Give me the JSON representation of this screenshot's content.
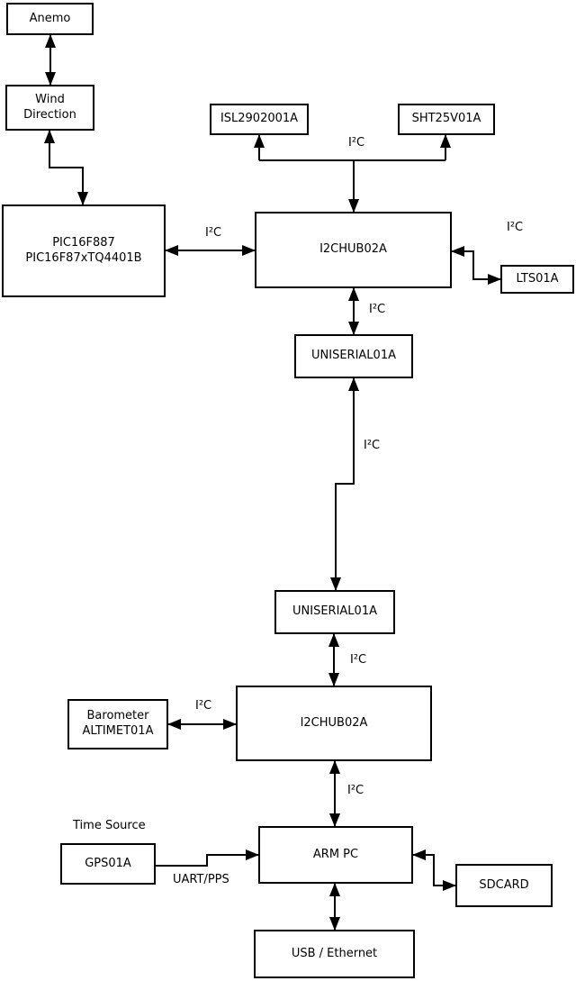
{
  "diagram": {
    "nodes": {
      "anemo": {
        "label": "Anemo"
      },
      "wind_direction": {
        "line1": "Wind",
        "line2": "Direction"
      },
      "pic": {
        "line1": "PIC16F887",
        "line2": "PIC16F87xTQ4401B"
      },
      "isl": {
        "label": "ISL2902001A"
      },
      "sht": {
        "label": "SHT25V01A"
      },
      "i2chub_top": {
        "label": "I2CHUB02A"
      },
      "lts": {
        "label": "LTS01A"
      },
      "uniserial_top": {
        "label": "UNISERIAL01A"
      },
      "uniserial_bottom": {
        "label": "UNISERIAL01A"
      },
      "barometer": {
        "line1": "Barometer",
        "line2": "ALTIMET01A"
      },
      "i2chub_bottom": {
        "label": "I2CHUB02A"
      },
      "gps": {
        "label": "GPS01A"
      },
      "arm_pc": {
        "label": "ARM PC"
      },
      "sdcard": {
        "label": "SDCARD"
      },
      "usb_ethernet": {
        "label": "USB / Ethernet"
      }
    },
    "edge_labels": {
      "i2c": "I²C",
      "time_source": "Time Source",
      "uart_pps": "UART/PPS"
    },
    "colors": {
      "line": "#000000",
      "background": "#ffffff"
    }
  }
}
